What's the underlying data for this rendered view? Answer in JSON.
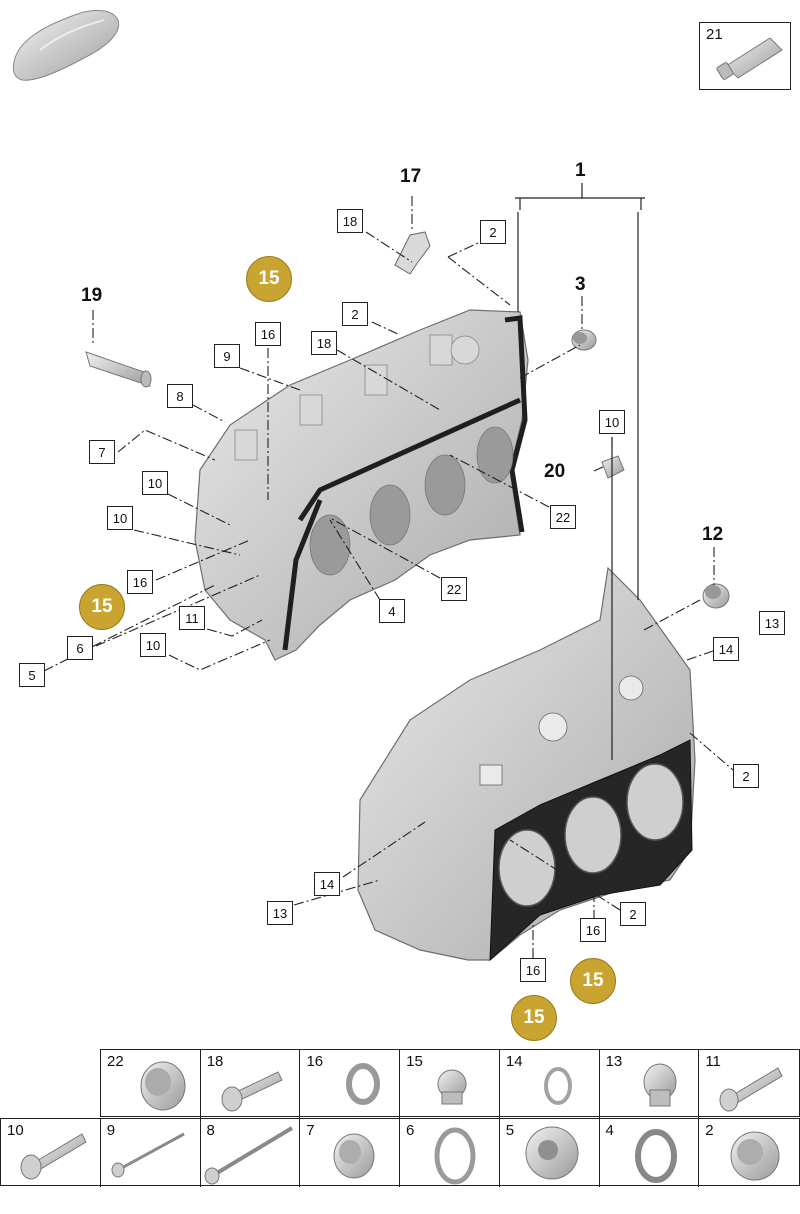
{
  "callouts": {
    "c17": "17",
    "c1": "1",
    "c19": "19",
    "c3": "3",
    "c20": "20",
    "c12": "12",
    "b18a": "18",
    "b2a": "2",
    "b2b": "2",
    "b16a": "16",
    "b18b": "18",
    "b9": "9",
    "b8": "8",
    "b7": "7",
    "b10a": "10",
    "b10b": "10",
    "b10c": "10",
    "b16b": "16",
    "b22a": "22",
    "b22b": "22",
    "b4": "4",
    "b11": "11",
    "b10d": "10",
    "b6": "6",
    "b5": "5",
    "b13a": "13",
    "b14a": "14",
    "b2c": "2",
    "b14b": "14",
    "b13b": "13",
    "b2d": "2",
    "b16c": "16",
    "b16d": "16",
    "g15a": "15",
    "g15b": "15",
    "g15c": "15",
    "g15d": "15"
  },
  "ref_box": {
    "number": "21"
  },
  "parts_table": {
    "row1": [
      "22",
      "18",
      "16",
      "15",
      "14",
      "13",
      "11"
    ],
    "row2": [
      "10",
      "9",
      "8",
      "7",
      "6",
      "5",
      "4",
      "2"
    ]
  },
  "colors": {
    "gold_badge": "#c9a431",
    "line": "#222222",
    "casting": "#c8c8c8",
    "gasket": "#1f1f1f"
  }
}
